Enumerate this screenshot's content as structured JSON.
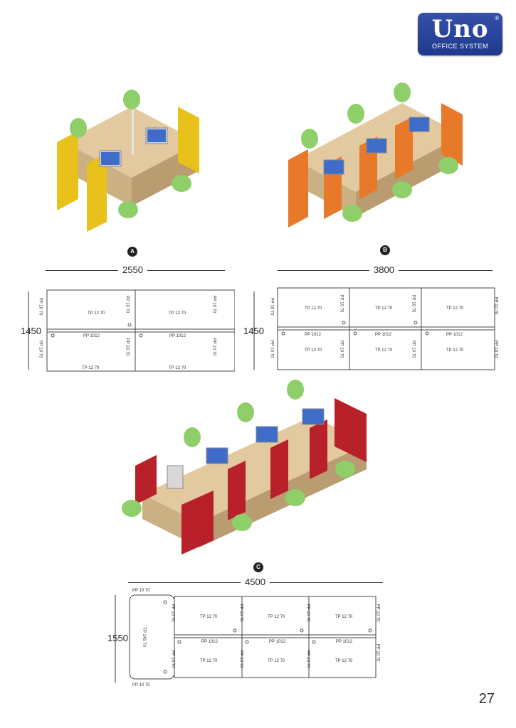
{
  "logo": {
    "name": "Uno",
    "tagline": "OFFICE SYSTEM",
    "reg": "®"
  },
  "page_number": "27",
  "layouts": [
    {
      "marker": "A",
      "width_dim": "2550",
      "height_dim": "1450",
      "panel_color": "#e8c21b"
    },
    {
      "marker": "B",
      "width_dim": "3800",
      "height_dim": "1450",
      "panel_color": "#e8782a"
    },
    {
      "marker": "C",
      "width_dim": "4500",
      "height_dim": "1550",
      "panel_color": "#b8202a"
    }
  ],
  "labels": {
    "pp1070": "PP 10 70",
    "tp1270": "TP 12 70",
    "pp1012": "PP 1012",
    "tp14570": "TP 145 70"
  }
}
